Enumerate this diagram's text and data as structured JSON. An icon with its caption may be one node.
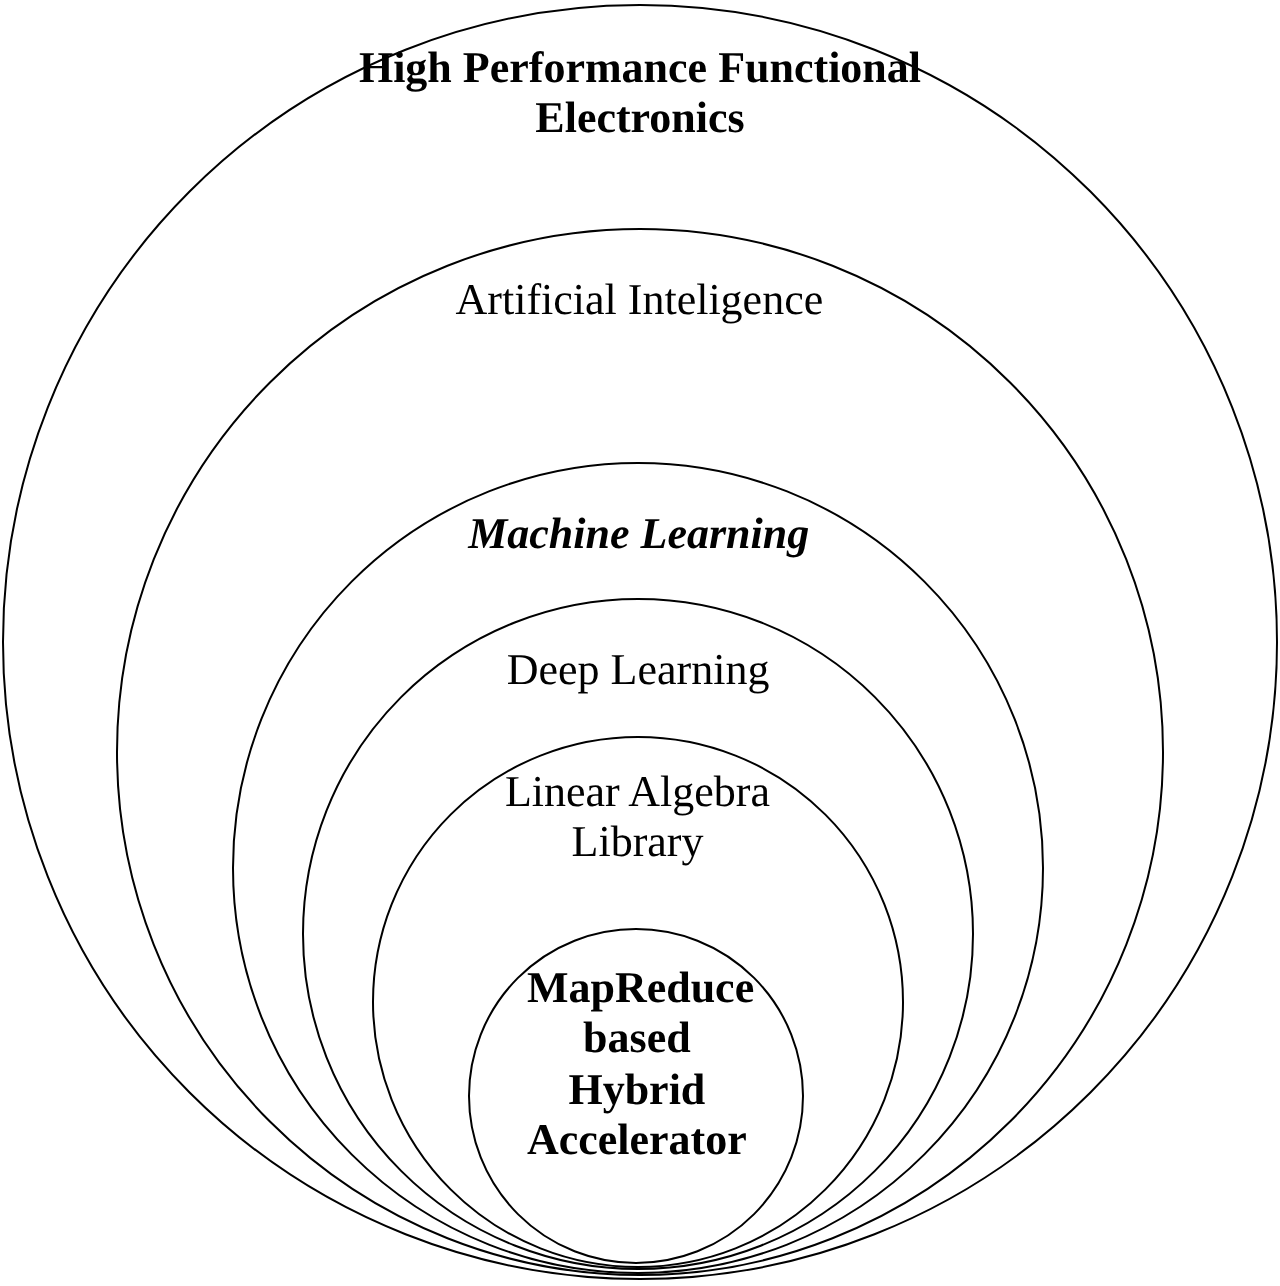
{
  "diagram": {
    "nodes": [
      {
        "text": [
          "High Performance Functional Electronics"
        ]
      },
      {
        "text": [
          "Artificial Inteligence"
        ],
        "in": 0
      },
      {
        "text": [
          "Machine Learning"
        ],
        "in": 1
      },
      {
        "text": [
          "Deep Learning"
        ],
        "in": 2
      },
      {
        "text": [
          "Linear Algebra Library"
        ],
        "in": 3
      },
      {
        "text": [
          "MapReduce based Hybrid Accelerator"
        ],
        "in": 4
      }
    ]
  }
}
